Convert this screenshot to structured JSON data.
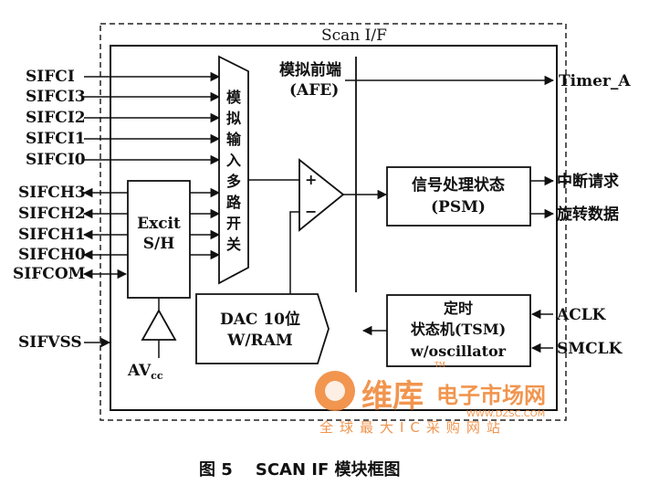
{
  "scan_title": "Scan I/F",
  "afe_line1": "模拟前端",
  "afe_line2": "(AFE)",
  "mux_chars": [
    "模",
    "拟",
    "输",
    "入",
    "多",
    "路",
    "开",
    "关"
  ],
  "comparator_plus": "+",
  "comparator_minus": "−",
  "excit_line1": "Excit",
  "excit_line2": "S/H",
  "dac_line1": "DAC 10位",
  "dac_line2": "W/RAM",
  "psm_line1": "信号处理状态",
  "psm_line2": "(PSM)",
  "tsm_line1": "定时",
  "tsm_line2": "状态机(TSM)",
  "tsm_line3": "w/oscillator",
  "avcc_main": "AV",
  "avcc_sub": "cc",
  "left_signals": {
    "sifci": "SIFCI",
    "sifci3": "SIFCI3",
    "sifci2": "SIFCI2",
    "sifci1": "SIFCI1",
    "sifci0": "SIFCI0",
    "sifch3": "SIFCH3",
    "sifch2": "SIFCH2",
    "sifch1": "SIFCH1",
    "sifch0": "SIFCH0",
    "sifcom": "SIFCOM",
    "sifvss": "SIFVSS"
  },
  "right_signals": {
    "timer_a": "Timer_A",
    "interrupt": "中断请求",
    "rotation_data": "旋转数据",
    "aclk": "ACLK",
    "smclk": "SMCLK"
  },
  "watermark": {
    "brand": "维库",
    "market": "电子市场网",
    "url": "WWW.DZSC.COM",
    "tm": "TM",
    "slogan": "全球最大IC采购网站",
    "color": "#f08a3c"
  },
  "caption": "图 5    SCAN IF 模块框图"
}
